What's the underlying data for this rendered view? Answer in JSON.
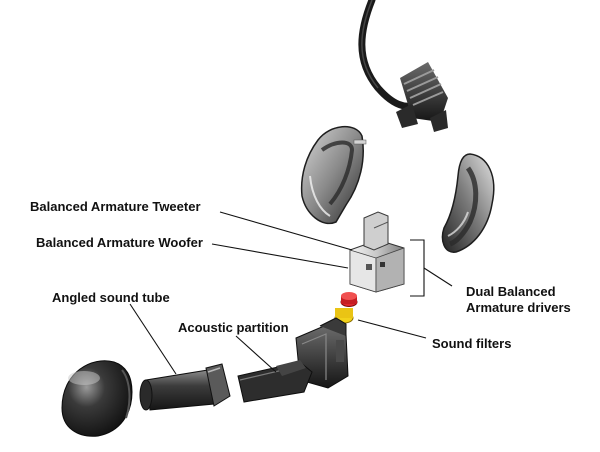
{
  "labels": {
    "tweeter": "Balanced Armature Tweeter",
    "woofer": "Balanced Armature Woofer",
    "sound_tube": "Angled sound tube",
    "partition": "Acoustic partition",
    "dual_line1": "Dual Balanced",
    "dual_line2": "Armature drivers",
    "filters": "Sound filters"
  },
  "colors": {
    "background": "#ffffff",
    "text": "#111111",
    "leader": "#111111",
    "filter_red": "#e0262c",
    "filter_yellow": "#f2d21a"
  }
}
